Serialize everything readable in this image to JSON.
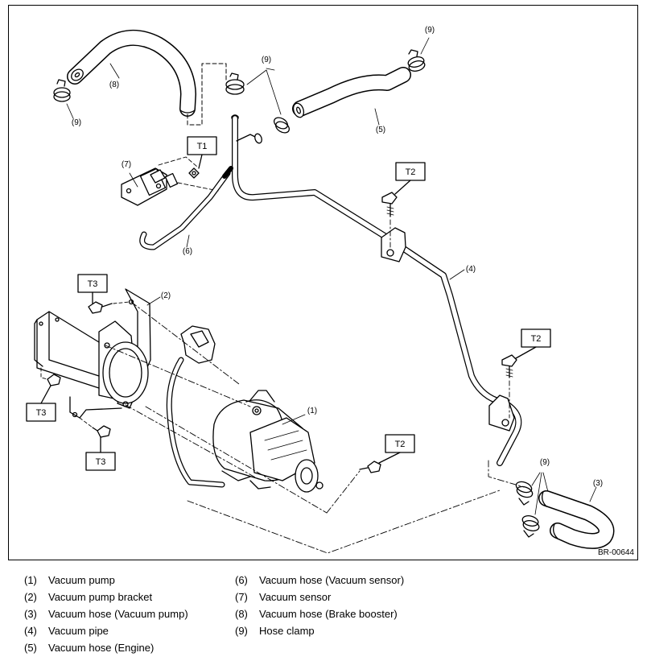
{
  "figure_id": "BR-00644",
  "torque_labels": {
    "t1": "T1",
    "t2": "T2",
    "t3": "T3"
  },
  "part_numbers": {
    "p1": "(1)",
    "p2": "(2)",
    "p3": "(3)",
    "p4": "(4)",
    "p5": "(5)",
    "p6": "(6)",
    "p7": "(7)",
    "p8": "(8)",
    "p9": "(9)"
  },
  "legend": [
    {
      "num": "(1)",
      "text": "Vacuum pump"
    },
    {
      "num": "(2)",
      "text": "Vacuum pump bracket"
    },
    {
      "num": "(3)",
      "text": "Vacuum hose (Vacuum pump)"
    },
    {
      "num": "(4)",
      "text": "Vacuum pipe"
    },
    {
      "num": "(5)",
      "text": "Vacuum hose (Engine)"
    },
    {
      "num": "(6)",
      "text": "Vacuum hose (Vacuum sensor)"
    },
    {
      "num": "(7)",
      "text": "Vacuum sensor"
    },
    {
      "num": "(8)",
      "text": "Vacuum hose (Brake booster)"
    },
    {
      "num": "(9)",
      "text": "Hose clamp"
    }
  ]
}
